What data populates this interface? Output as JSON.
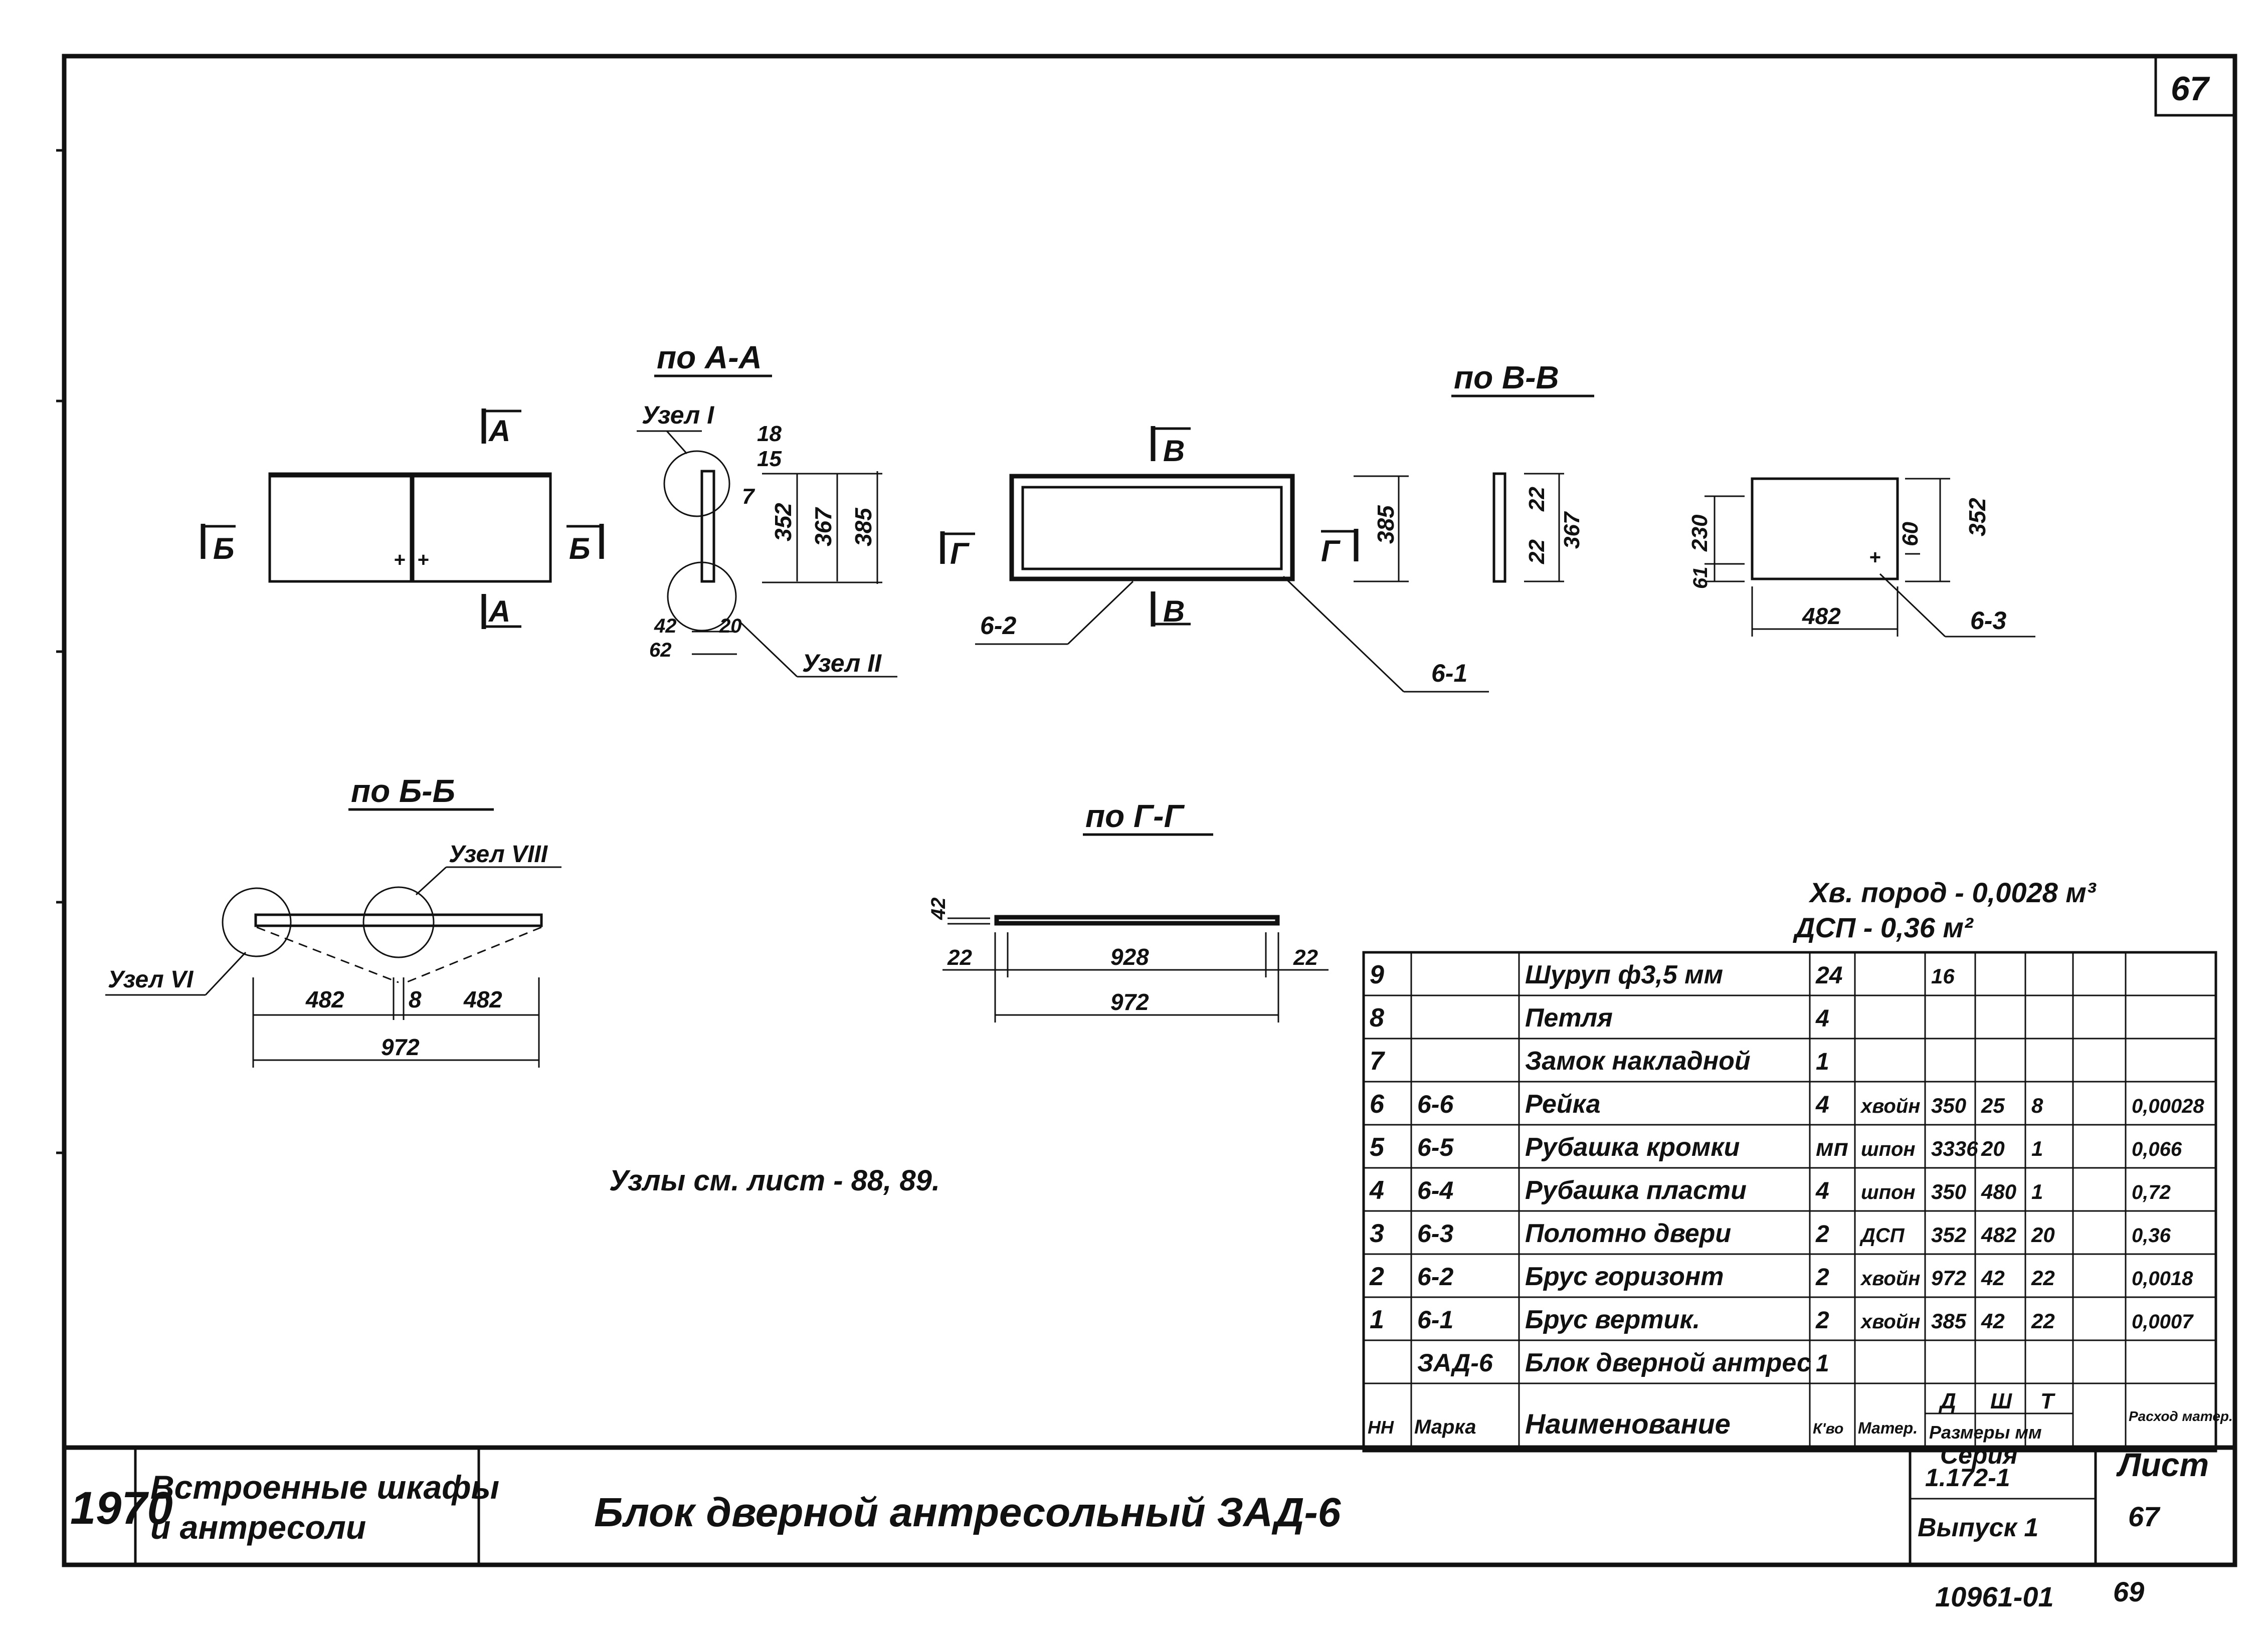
{
  "sheet_number_top": "67",
  "sections": {
    "aa": "по А-А",
    "vv": "по В-В",
    "bb": "по Б-Б",
    "gg": "по Г-Г"
  },
  "cut_marks": {
    "a": "А",
    "b": "Б",
    "v": "В",
    "g": "Г"
  },
  "nodes": {
    "n1": "Узел I",
    "n2": "Узел II",
    "n6": "Узел VI",
    "n8": "Узел VIII"
  },
  "part_labels": {
    "p61": "6-1",
    "p62": "6-2",
    "p63": "6-3"
  },
  "dims": {
    "aa_7": "7",
    "aa_15": "15",
    "aa_18": "18",
    "aa_352": "352",
    "aa_367": "367",
    "aa_385": "385",
    "aa_42": "42",
    "aa_20": "20",
    "aa_62": "62",
    "frame_385": "385",
    "vv_22a": "22",
    "vv_22b": "22",
    "vv_367": "367",
    "panel_230": "230",
    "panel_61": "61",
    "panel_60": "60",
    "panel_352": "352",
    "panel_482": "482",
    "bb_482a": "482",
    "bb_8": "8",
    "bb_482b": "482",
    "bb_972": "972",
    "gg_42": "42",
    "gg_22a": "22",
    "gg_928": "928",
    "gg_22b": "22",
    "gg_972": "972"
  },
  "nodes_note": "Узлы см. лист - 88, 89.",
  "material_note": {
    "wood": "Хв. пород - 0,0028 м³",
    "chipboard": "ДСП - 0,36 м²"
  },
  "spec": {
    "header": {
      "nn": "НН",
      "mark": "Марка",
      "name": "Наименование",
      "qty": "К'во",
      "material": "Матер.",
      "sizes": "Размеры мм",
      "d": "Д",
      "sh": "Ш",
      "t": "Т",
      "consumption": "Расход матер."
    },
    "rows": [
      {
        "nn": "9",
        "mark": "",
        "name": "Шуруп ф3,5 мм",
        "qty": "24",
        "material": "",
        "d": "16",
        "sh": "",
        "t": "",
        "consumption": ""
      },
      {
        "nn": "8",
        "mark": "",
        "name": "Петля",
        "qty": "4",
        "material": "",
        "d": "",
        "sh": "",
        "t": "",
        "consumption": ""
      },
      {
        "nn": "7",
        "mark": "",
        "name": "Замок накладной",
        "qty": "1",
        "material": "",
        "d": "",
        "sh": "",
        "t": "",
        "consumption": ""
      },
      {
        "nn": "6",
        "mark": "6-6",
        "name": "Рейка",
        "qty": "4",
        "material": "хвойн",
        "d": "350",
        "sh": "25",
        "t": "8",
        "consumption": "0,00028"
      },
      {
        "nn": "5",
        "mark": "6-5",
        "name": "Рубашка кромки",
        "qty": "мп",
        "material": "шпон",
        "d": "3336",
        "sh": "20",
        "t": "1",
        "consumption": "0,066"
      },
      {
        "nn": "4",
        "mark": "6-4",
        "name": "Рубашка пласти",
        "qty": "4",
        "material": "шпон",
        "d": "350",
        "sh": "480",
        "t": "1",
        "consumption": "0,72"
      },
      {
        "nn": "3",
        "mark": "6-3",
        "name": "Полотно двери",
        "qty": "2",
        "material": "ДСП",
        "d": "352",
        "sh": "482",
        "t": "20",
        "consumption": "0,36"
      },
      {
        "nn": "2",
        "mark": "6-2",
        "name": "Брус горизонт",
        "qty": "2",
        "material": "хвойн",
        "d": "972",
        "sh": "42",
        "t": "22",
        "consumption": "0,0018"
      },
      {
        "nn": "1",
        "mark": "6-1",
        "name": "Брус вертик.",
        "qty": "2",
        "material": "хвойн",
        "d": "385",
        "sh": "42",
        "t": "22",
        "consumption": "0,0007"
      },
      {
        "nn": "",
        "mark": "ЗАД-6",
        "name": "Блок дверной антрес",
        "qty": "1",
        "material": "",
        "d": "",
        "sh": "",
        "t": "",
        "consumption": ""
      }
    ]
  },
  "title_block": {
    "year": "1970",
    "category_line1": "Встроенные шкафы",
    "category_line2": "и антресоли",
    "title": "Блок дверной антресольный ЗАД-6",
    "series_label": "Серия",
    "series_value": "1.172-1",
    "issue": "Выпуск 1",
    "sheet_label": "Лист",
    "sheet_value": "67"
  },
  "footer": {
    "code": "10961-01",
    "page": "69"
  }
}
